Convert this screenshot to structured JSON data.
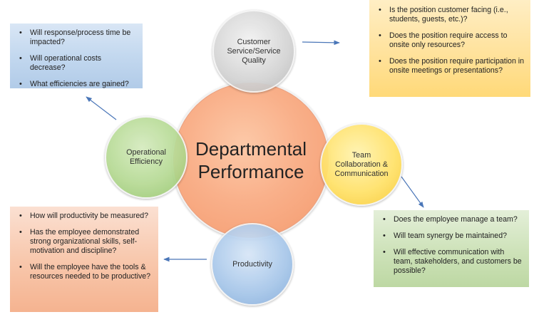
{
  "center": {
    "line1": "Departmental",
    "line2": "Performance"
  },
  "circles": {
    "customer": {
      "line1": "Customer",
      "line2": "Service/Service",
      "line3": "Quality"
    },
    "operational": {
      "line1": "Operational",
      "line2": "Efficiency"
    },
    "team": {
      "line1": "Team",
      "line2": "Collaboration &",
      "line3": "Communication"
    },
    "productivity": {
      "line1": "Productivity"
    }
  },
  "boxes": {
    "top_left": [
      "Will response/process time be impacted?",
      "Will operational costs decrease?",
      "What efficiencies are gained?"
    ],
    "top_right": [
      "Is the position customer facing (i.e., students, guests, etc.)?",
      "Does the position require access to onsite only resources?",
      "Does the position require participation in onsite meetings or presentations?"
    ],
    "bottom_left": [
      "How will productivity be measured?",
      "Has the employee demonstrated strong organizational skills, self-motivation and discipline?",
      "Will the employee have the tools & resources needed to be productive?"
    ],
    "bottom_right": [
      "Does the employee manage a team?",
      "Will team synergy be maintained?",
      "Will effective communication with team, stakeholders, and customers be possible?"
    ]
  },
  "colors": {
    "arrow": "#4a76b8",
    "center_fill": "#f9b08a",
    "customer_fill": "#d6d6d6",
    "operational_fill": "#b6da94",
    "team_fill": "#ffe26a",
    "productivity_fill": "#a9c8ea"
  }
}
